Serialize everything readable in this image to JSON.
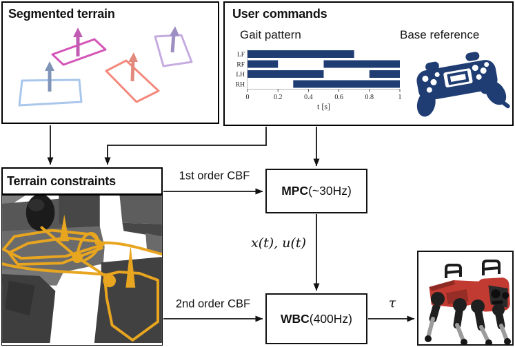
{
  "panels": {
    "segmented_terrain": {
      "title": "Segmented terrain"
    },
    "user_commands": {
      "title": "User commands",
      "gait_label": "Gait pattern",
      "base_label": "Base reference"
    },
    "terrain_constraints": {
      "title": "Terrain constraints"
    }
  },
  "nodes": {
    "mpc": {
      "name": "MPC",
      "rate": "(~30Hz)"
    },
    "wbc": {
      "name": "WBC",
      "rate": "(400Hz)"
    }
  },
  "edges": {
    "first_order_cbf": "1st order CBF",
    "second_order_cbf": "2nd order CBF",
    "state_input": "x(t), u(t)",
    "torque": "τ"
  },
  "chart_data": {
    "type": "bar",
    "title": "Gait pattern",
    "orientation": "horizontal-gantt",
    "categories": [
      "LF",
      "RF",
      "LH",
      "RH"
    ],
    "intervals": {
      "LF": [
        [
          0,
          0.7
        ]
      ],
      "RF": [
        [
          0,
          0.2
        ],
        [
          0.5,
          1
        ]
      ],
      "LH": [
        [
          0,
          0.5
        ],
        [
          0.8,
          1
        ]
      ],
      "RH": [
        [
          0.3,
          1
        ]
      ]
    },
    "xlabel": "t [s]",
    "xlim": [
      0,
      1
    ],
    "xticks": [
      0,
      0.2,
      0.4,
      0.6,
      0.8,
      1
    ],
    "bar_color": "#1f3d73",
    "grid": false,
    "legend": false
  },
  "colors": {
    "navy": "#1f3d73",
    "constraint_yellow": "#e8a51f",
    "patch_magenta": "#d455b8",
    "patch_blue": "#a9c6ec",
    "patch_salmon": "#f4897b",
    "patch_purple": "#c5abe0",
    "arrow_blue": "#8094b8",
    "arrow_magenta": "#c05cb4",
    "arrow_salmon": "#e28a7e",
    "arrow_purple": "#9d8fc4",
    "robot_red": "#c23b32"
  }
}
